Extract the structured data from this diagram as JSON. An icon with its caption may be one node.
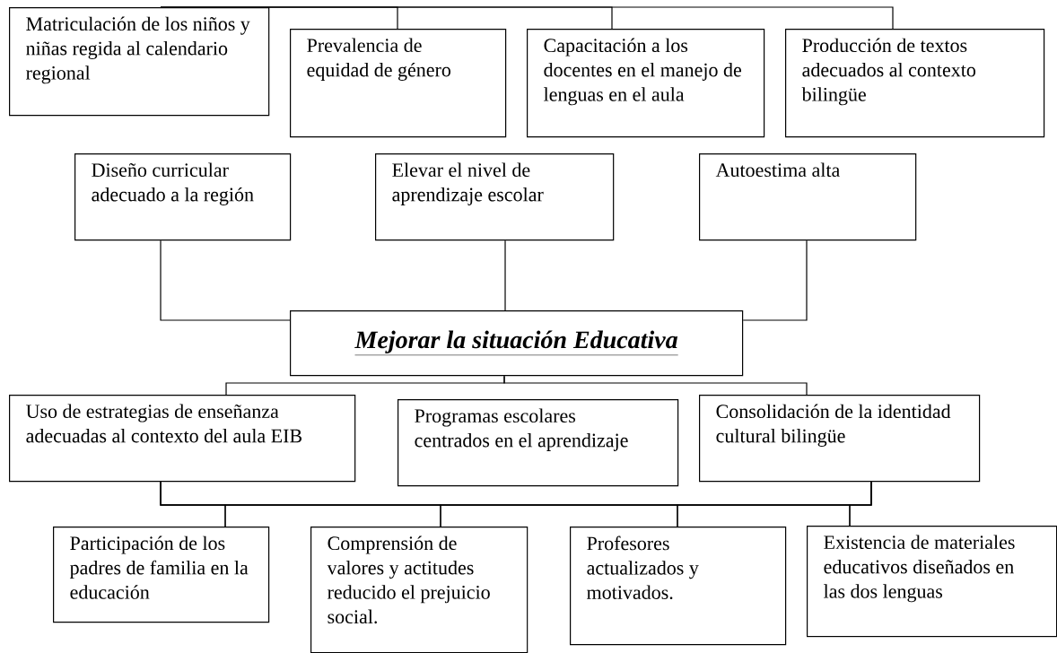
{
  "diagram": {
    "nodes": [
      {
        "text": [
          "Matriculación de los niños y niñas regida al calendario regional"
        ]
      },
      {
        "text": [
          "Prevalencia de equidad de género"
        ]
      },
      {
        "text": [
          "Capacitación a los docentes en el manejo de lenguas en el aula"
        ]
      },
      {
        "text": [
          "Producción de textos adecuados al contexto bilingüe"
        ]
      },
      {
        "text": [
          "Diseño curricular adecuado a la región"
        ]
      },
      {
        "text": [
          "Elevar el nivel de aprendizaje escolar"
        ]
      },
      {
        "text": [
          "Autoestima alta"
        ]
      },
      {
        "text": [
          "Mejorar la situación Educativa"
        ]
      },
      {
        "text": [
          "Uso de estrategias de enseñanza adecuadas al contexto del aula EIB"
        ]
      },
      {
        "text": [
          "Programas escolares centrados en el aprendizaje"
        ]
      },
      {
        "text": [
          "Consolidación de la identidad cultural bilingüe"
        ]
      },
      {
        "text": [
          "Participación de los padres de familia en la educación"
        ]
      },
      {
        "text": [
          "Comprensión de valores y actitudes reducido el prejuicio social."
        ]
      },
      {
        "text": [
          "Profesores actualizados y motivados."
        ]
      },
      {
        "text": [
          "Existencia de materiales educativos diseñados en las dos lenguas"
        ]
      }
    ],
    "edges": [
      {
        "from": 0,
        "to": 1,
        "arrow": "none"
      },
      {
        "from": 0,
        "to": 2,
        "arrow": "none"
      },
      {
        "from": 0,
        "to": 3,
        "arrow": "none"
      },
      {
        "from": 4,
        "to": 7,
        "arrow": "none"
      },
      {
        "from": 5,
        "to": 7,
        "arrow": "none"
      },
      {
        "from": 6,
        "to": 7,
        "arrow": "none"
      },
      {
        "from": 7,
        "to": 8,
        "arrow": "none"
      },
      {
        "from": 7,
        "to": 10,
        "arrow": "none"
      },
      {
        "from": 8,
        "to": 11,
        "arrow": "none"
      },
      {
        "from": 8,
        "to": 12,
        "arrow": "none"
      },
      {
        "from": 8,
        "to": 13,
        "arrow": "none"
      },
      {
        "from": 8,
        "to": 14,
        "arrow": "none"
      },
      {
        "from": 10,
        "to": 11,
        "arrow": "none"
      },
      {
        "from": 10,
        "to": 12,
        "arrow": "none"
      },
      {
        "from": 10,
        "to": 13,
        "arrow": "none"
      },
      {
        "from": 10,
        "to": 14,
        "arrow": "none"
      }
    ]
  }
}
